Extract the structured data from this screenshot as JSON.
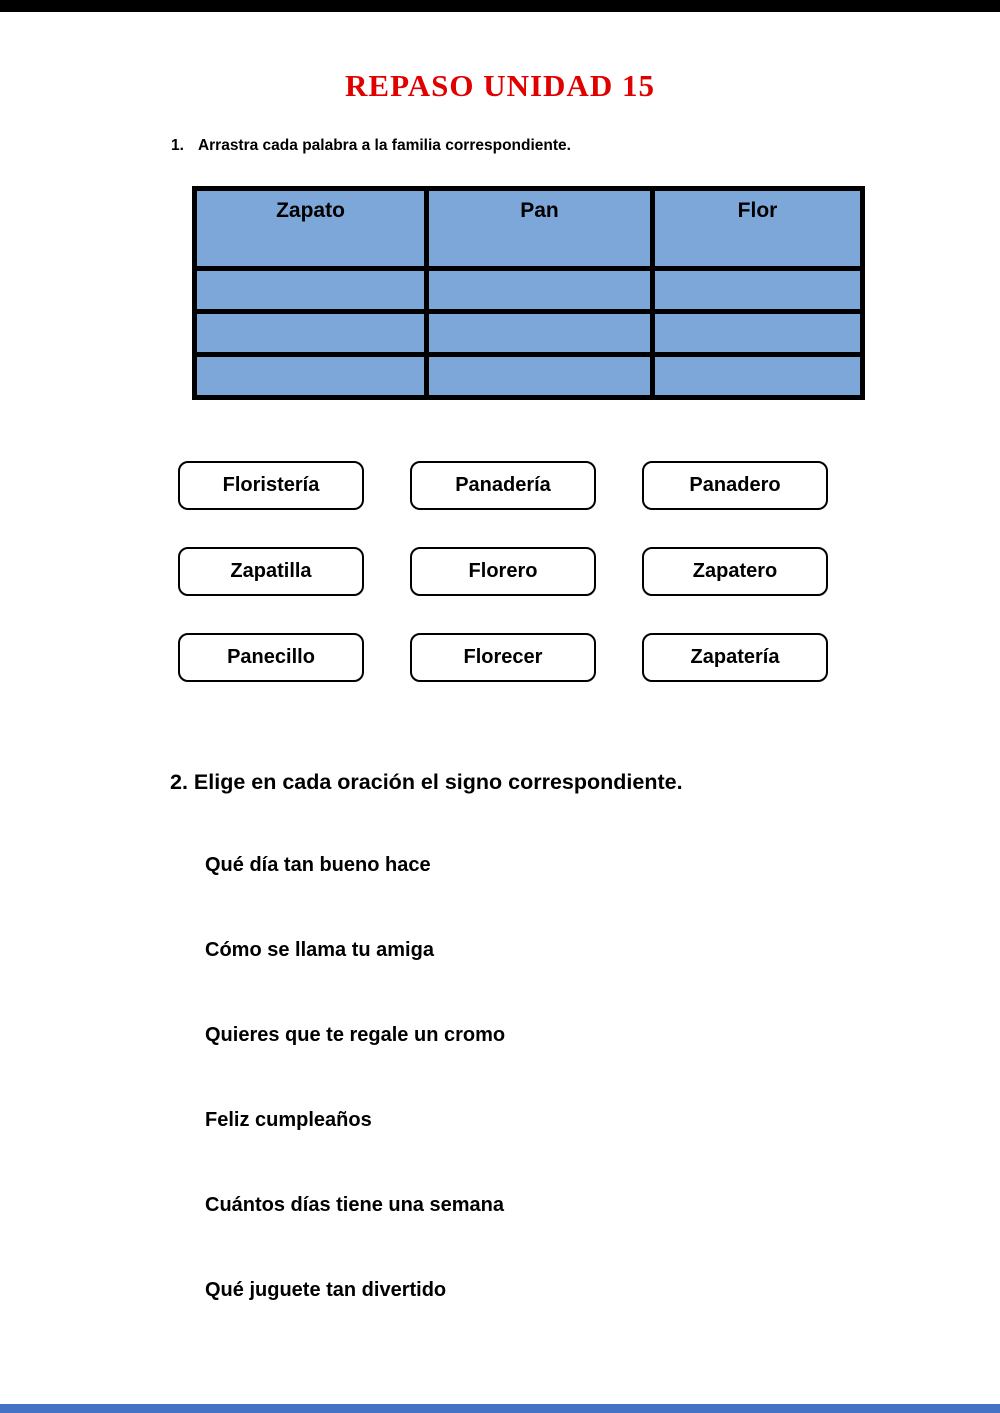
{
  "page": {
    "title": "REPASO UNIDAD 15"
  },
  "colors": {
    "title_red": "#e00000",
    "table_cell_blue": "#7da7d9",
    "top_bar_black": "#000000",
    "bottom_bar_blue": "#4472c4"
  },
  "exercise1": {
    "number": "1.",
    "instruction": "Arrastra cada palabra a la familia correspondiente.",
    "table": {
      "headers": [
        "Zapato",
        "Pan",
        "Flor"
      ],
      "empty_row_count": 3
    },
    "words": [
      "Floristería",
      "Panadería",
      "Panadero",
      "Zapatilla",
      "Florero",
      "Zapatero",
      "Panecillo",
      "Florecer",
      "Zapatería"
    ]
  },
  "exercise2": {
    "heading": "2. Elige en cada oración el signo correspondiente.",
    "sentences": [
      "Qué día tan bueno hace",
      "Cómo se llama tu amiga",
      "Quieres que te regale un cromo",
      "Feliz cumpleaños",
      "Cuántos días tiene una semana",
      "Qué juguete tan divertido"
    ]
  }
}
